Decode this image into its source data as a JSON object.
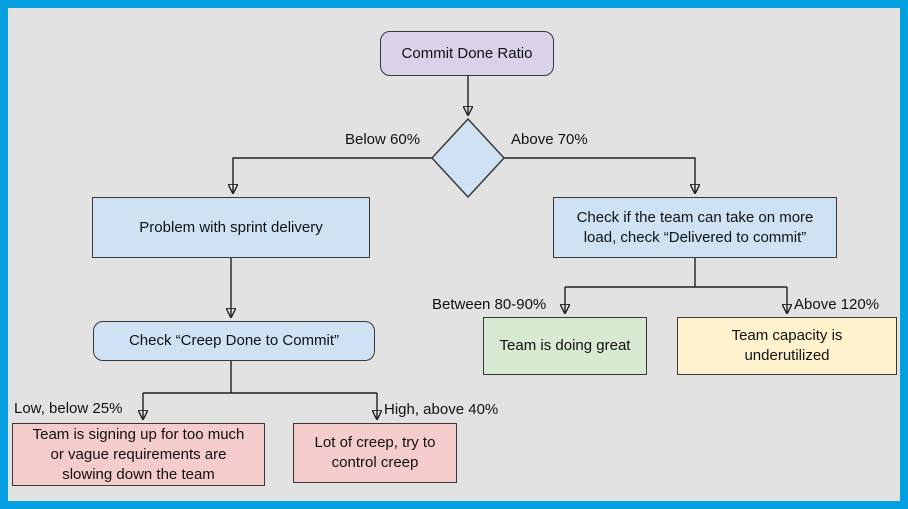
{
  "frame": {
    "border_color": "#049fe0",
    "background_color": "#e2e2e2"
  },
  "nodes": {
    "root": {
      "label": "Commit Done Ratio",
      "fill": "#d9d2e9"
    },
    "decision": {
      "fill": "#cfe2f3"
    },
    "problem": {
      "label": "Problem with sprint delivery",
      "fill": "#cfe2f3"
    },
    "check_creep": {
      "label": "Check “Creep Done to Commit”",
      "fill": "#cfe2f3"
    },
    "check_load": {
      "label": "Check if the team can take on more\nload, check “Delivered to commit”",
      "fill": "#cfe2f3"
    },
    "too_much": {
      "label": "Team is signing up for too much\nor vague requirements are\nslowing down the team",
      "fill": "#f4cccc"
    },
    "creep": {
      "label": "Lot of creep, try to\ncontrol creep",
      "fill": "#f4cccc"
    },
    "great": {
      "label": "Team is doing great",
      "fill": "#d9ead3"
    },
    "underutilized": {
      "label": "Team capacity is\nunderutilized",
      "fill": "#fff2cc"
    }
  },
  "edge_labels": {
    "below_60": "Below 60%",
    "above_70": "Above 70%",
    "low_below_25": "Low, below 25%",
    "high_above_40": "High, above 40%",
    "between_80_90": "Between 80-90%",
    "above_120": "Above 120%"
  }
}
